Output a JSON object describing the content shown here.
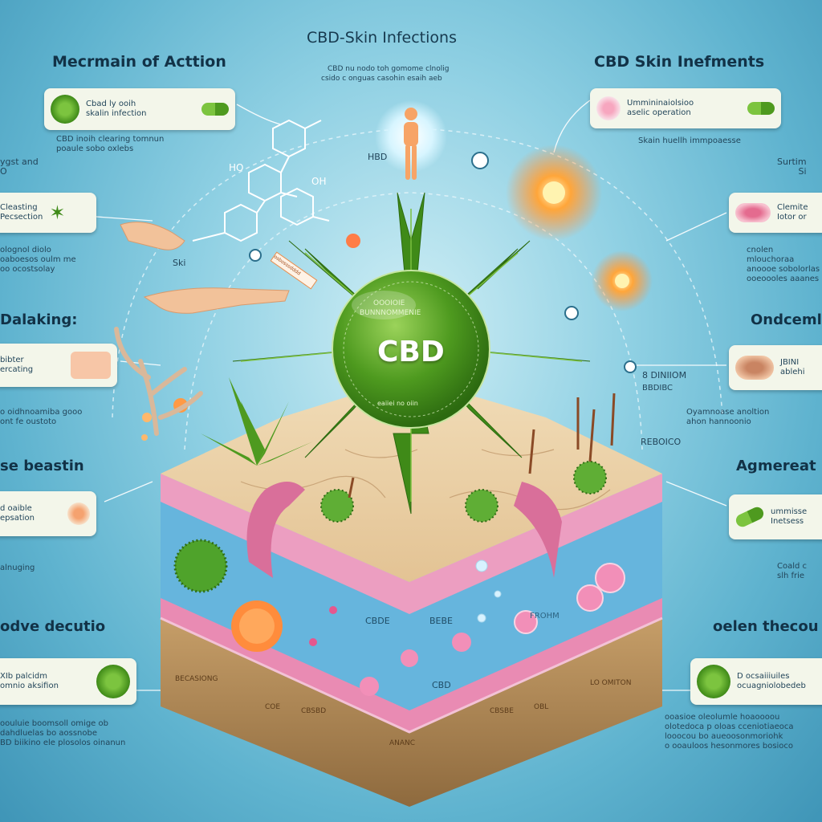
{
  "header": {
    "title": "CBD-Skin Infections",
    "subtitle_line1": "CBD nu nodo toh gomome clnolig",
    "subtitle_line2": "csido c onguas casohin esaih aeb"
  },
  "left": {
    "section1_heading": "Mecrmain of Acttion",
    "card1_text1": "Cbad ly ooih",
    "card1_text2": "skalin infection",
    "text1_line1": "CBD inoih clearing tomnun",
    "text1_line2": "poaule sobo oxlebs",
    "side_text_a1": "ygst and",
    "side_text_a2": "O",
    "card2_text1": "Cleasting",
    "card2_text2": "Pecsection",
    "hand_label": "Ski",
    "text2_line1": "olognol diolo",
    "text2_line2": "oaboesos oulm me",
    "text2_line3": "oo ocostsolay",
    "section2_heading": "Dalaking:",
    "card3_text1": "bibter",
    "card3_text2": "ercating",
    "text3_line1": "o oidhnoamiba gooo",
    "text3_line2": "ont fe oustoto",
    "section3_heading": "se beastin",
    "card4_text1": "d oaible",
    "card4_text2": "epsation",
    "text4_line1": "alnuging",
    "section4_heading": "odve decutio",
    "card5_text1": "XIb palcidm",
    "card5_text2": "omnio aksifion",
    "text5_line1": "oouluie boomsoll omige ob",
    "text5_line2": "dahdluelas bo aossnobe",
    "text5_line3": "BD biikino ele plosolos oinanun"
  },
  "right": {
    "section1_heading": "CBD Skin Inefments",
    "card1_text1": "Ummininaiolsioo",
    "card1_text2": "aselic operation",
    "text1_line1": "Skain huellh immpoaesse",
    "side_text_a1": "Surtim",
    "side_text_a2": "Si",
    "card2_text1": "Clemite",
    "card2_text2": "Iotor or",
    "text2_line1": "cnolen mlouchoraa",
    "text2_line2": "anoooe sobolorlas",
    "text2_line3": "ooeoooles aaanes",
    "section2_heading": "Ondcemli",
    "card3_text1": "JBINI",
    "card3_text2": "ablehi",
    "label_near": "8 DINIIOM",
    "label_near2": "BBDIBC",
    "text3_line1": "Oyamnoase anoltion",
    "text3_line2": "ahon hannoonio",
    "section3_heading": "Agmereat",
    "card4_text1": "ummisse",
    "card4_text2": "Inetsess",
    "text4_line1": "Coald c",
    "text4_line2": "slh frie",
    "section4_heading": "oelen thecou",
    "card5_text1": "D ocsaiiiuiles",
    "card5_text2": "ocuagniolobedeb",
    "text5_line1": "ooasioe oleolumle hoaoooou",
    "text5_line2": "olotedoca p oloas cceniotiaeoca",
    "text5_line3": "looocou bo aueoosonmoriohk",
    "text5_line4": "o ooauloos hesonmores bosioco"
  },
  "center": {
    "hbd_label": "HBD",
    "molecule_label_ho": "HO",
    "molecule_label_oh": "OH",
    "sphere_top_line1": "OOOIOIE",
    "sphere_top_line2": "BUNNNOMMENIE",
    "sphere_main": "CBD",
    "sphere_bottom": "eaiiei no oiin",
    "reboico": "REBOICO",
    "strip_label": "osbosssdddd"
  },
  "skin": {
    "label_cbde": "CBDE",
    "label_bebe": "BEBE",
    "label_cbd": "CBD",
    "label_fromh": "FROHM",
    "label_side1": "BECASIONG",
    "label_side2": "LO OMITON",
    "label_front1": "COE",
    "label_front2": "CBSBD",
    "label_front3": "ANANC",
    "label_front4": "CBSBE",
    "label_front5": "OBL"
  },
  "colors": {
    "background": "#5fb3cf",
    "card_bg": "#f3f6ea",
    "sphere_green": "#4e9a1f",
    "skin_tan": "#e9cfa5",
    "skin_pink": "#e98bb3",
    "skin_blue": "#66b5dd",
    "skin_earth": "#b08a5a"
  }
}
